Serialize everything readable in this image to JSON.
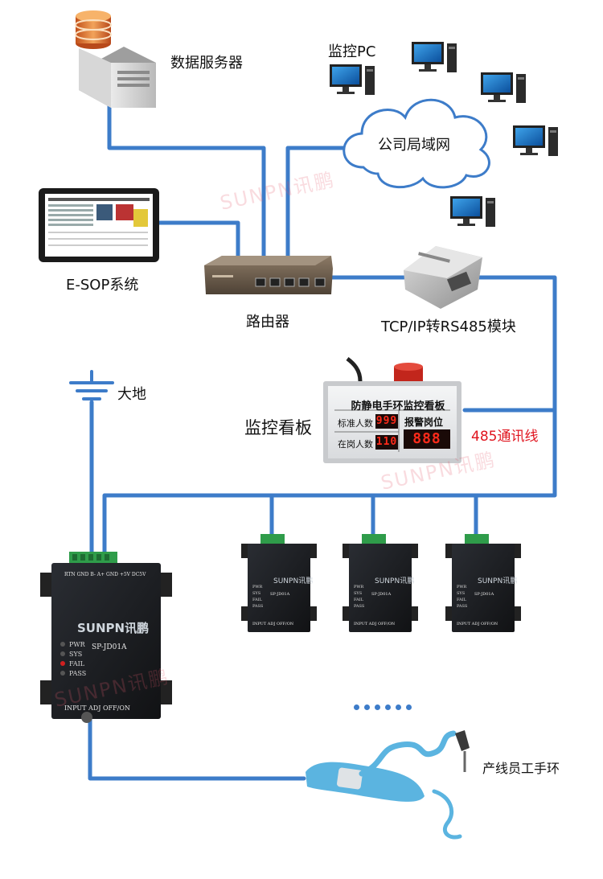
{
  "labels": {
    "data_server": "数据服务器",
    "monitor_pc": "监控PC",
    "company_lan": "公司局域网",
    "esop": "E-SOP系统",
    "router": "路由器",
    "tcpip_module": "TCP/IP转RS485模块",
    "ground": "大地",
    "monitor_board": "监控看板",
    "rs485_line": "485通讯线",
    "wristband": "产线员工手环"
  },
  "watermark": {
    "brand_latin": "SUNPN",
    "brand_cn": "讯鹏"
  },
  "board": {
    "title": "防静电手环监控看板",
    "row1_label": "标准人数",
    "row1_value": "999",
    "row2_label": "在岗人数",
    "row2_value": "110",
    "alarm_label": "报警岗位",
    "alarm_value": "888"
  },
  "devices": {
    "brand": "SUNPN",
    "brand_cn": "讯鹏",
    "model": "SP-JD01A",
    "leds": [
      "PWR",
      "SYS",
      "FAIL",
      "PASS"
    ],
    "ports_bottom": "INPUT  ADJ  OFF/ON",
    "ports_top": "RTN GND B- A+ GND +5V  DC5V"
  },
  "colors": {
    "line": "#3d7cc9",
    "alarm_text": "#e0141e",
    "device_body": "#1c1e22",
    "terminal": "#2f9c4a",
    "wrist": "#5bb4e0"
  }
}
